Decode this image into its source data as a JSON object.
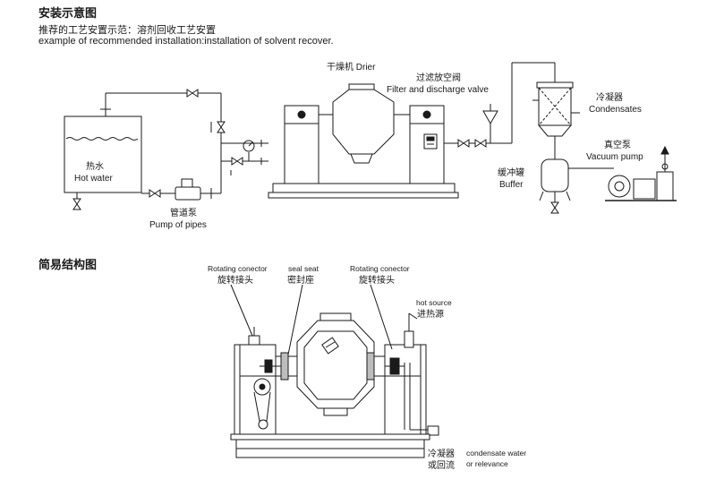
{
  "section1": {
    "title": "安装示意图",
    "subtitle_cn": "推荐的工艺安置示范：溶剂回收工艺安置",
    "subtitle_en": "example of recommended installation:installation of solvent recover."
  },
  "install": {
    "drier_label": "干燥机 Drier",
    "filter_cn": "过滤放空阀",
    "filter_en": "Filter and discharge valve",
    "condenser_cn": "冷凝器",
    "condenser_en": "Condensates",
    "vacuum_cn": "真空泵",
    "vacuum_en": "Vacuum pump",
    "buffer_cn": "缓冲罐",
    "buffer_en": "Buffer",
    "hotwater_cn": "热水",
    "hotwater_en": "Hot water",
    "pump_cn": "管道泵",
    "pump_en": "Pump of pipes"
  },
  "section2": {
    "title": "简易结构图"
  },
  "structure": {
    "rot_left_en": "Rotating conector",
    "rot_left_cn": "旋转接头",
    "seal_en": "seal seat",
    "seal_cn": "密封座",
    "rot_right_en": "Rotating conector",
    "rot_right_cn": "旋转接头",
    "hot_en": "hot source",
    "hot_cn": "进热源",
    "cond_cn1": "冷凝器",
    "cond_cn2": "或回流",
    "cond_en1": "condensate water",
    "cond_en2": "or relevance"
  }
}
